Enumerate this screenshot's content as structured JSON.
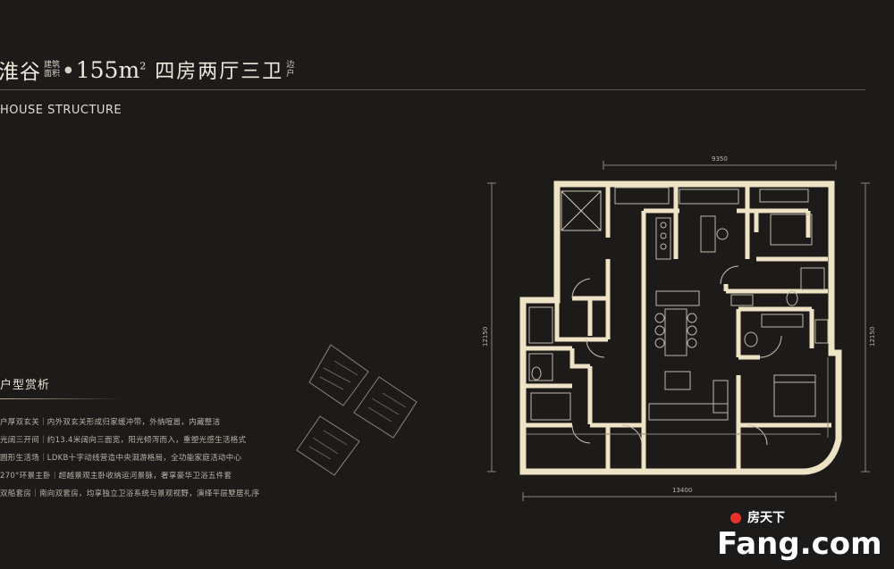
{
  "header": {
    "project": "淮谷",
    "area_label_top": "建筑",
    "area_label_bottom": "面积",
    "area_value": "155m",
    "area_sup": "2",
    "layout": "四房两厅三卫",
    "layout_suffix_top": "边",
    "layout_suffix_bottom": "户",
    "subtitle": "HOUSE STRUCTURE"
  },
  "analysis": {
    "heading": "户型赏析",
    "items": [
      "户厚双玄关｜内外双玄关形成归家缓冲带，外纳喧嚣，内藏整洁",
      "光阔三开间｜约13.4米阔向三面宽，阳光倾泻而入，重塑光感生活格式",
      "圆形生活场｜LDKB十字动线营造中央洄游格局，全功能家庭活动中心",
      "270°环景主卧｜超越景观主卧收纳运河景脉，奢享豪华卫浴五件套",
      "双船套房｜南向双套房，均享独立卫浴系统与景观视野，演绎平层墅居礼序"
    ]
  },
  "dimensions": {
    "top": "9350",
    "bottom": "13400",
    "left": "12150",
    "right": "12150"
  },
  "watermark": {
    "cn": "房天下",
    "en": "Fang.com"
  },
  "colors": {
    "background": "#1c1b19",
    "wall": "#efe3c6",
    "accent": "#e8312a"
  }
}
